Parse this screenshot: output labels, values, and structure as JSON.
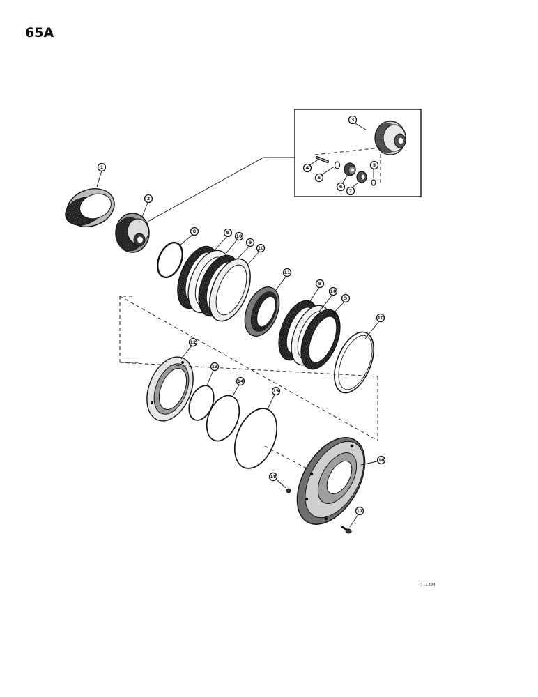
{
  "page_number": "65A",
  "ref_code": "711394",
  "callouts": {
    "c1": "1",
    "c2": "2",
    "c3": "3",
    "c4": "4",
    "c5a": "5",
    "c5b": "5",
    "c6": "6",
    "c7": "7",
    "c8a": "8",
    "c9a": "9",
    "c10a": "10",
    "c9b": "9",
    "c10b": "10",
    "c11": "11",
    "c9c": "9",
    "c10c": "10",
    "c9d": "9",
    "c10d": "10",
    "c12": "12",
    "c13": "13",
    "c14": "14",
    "c15": "15",
    "c16": "16",
    "c17": "17",
    "c18": "18"
  },
  "colors": {
    "ink": "#111111",
    "paper": "#ffffff",
    "friction": "#2a2a2a"
  }
}
